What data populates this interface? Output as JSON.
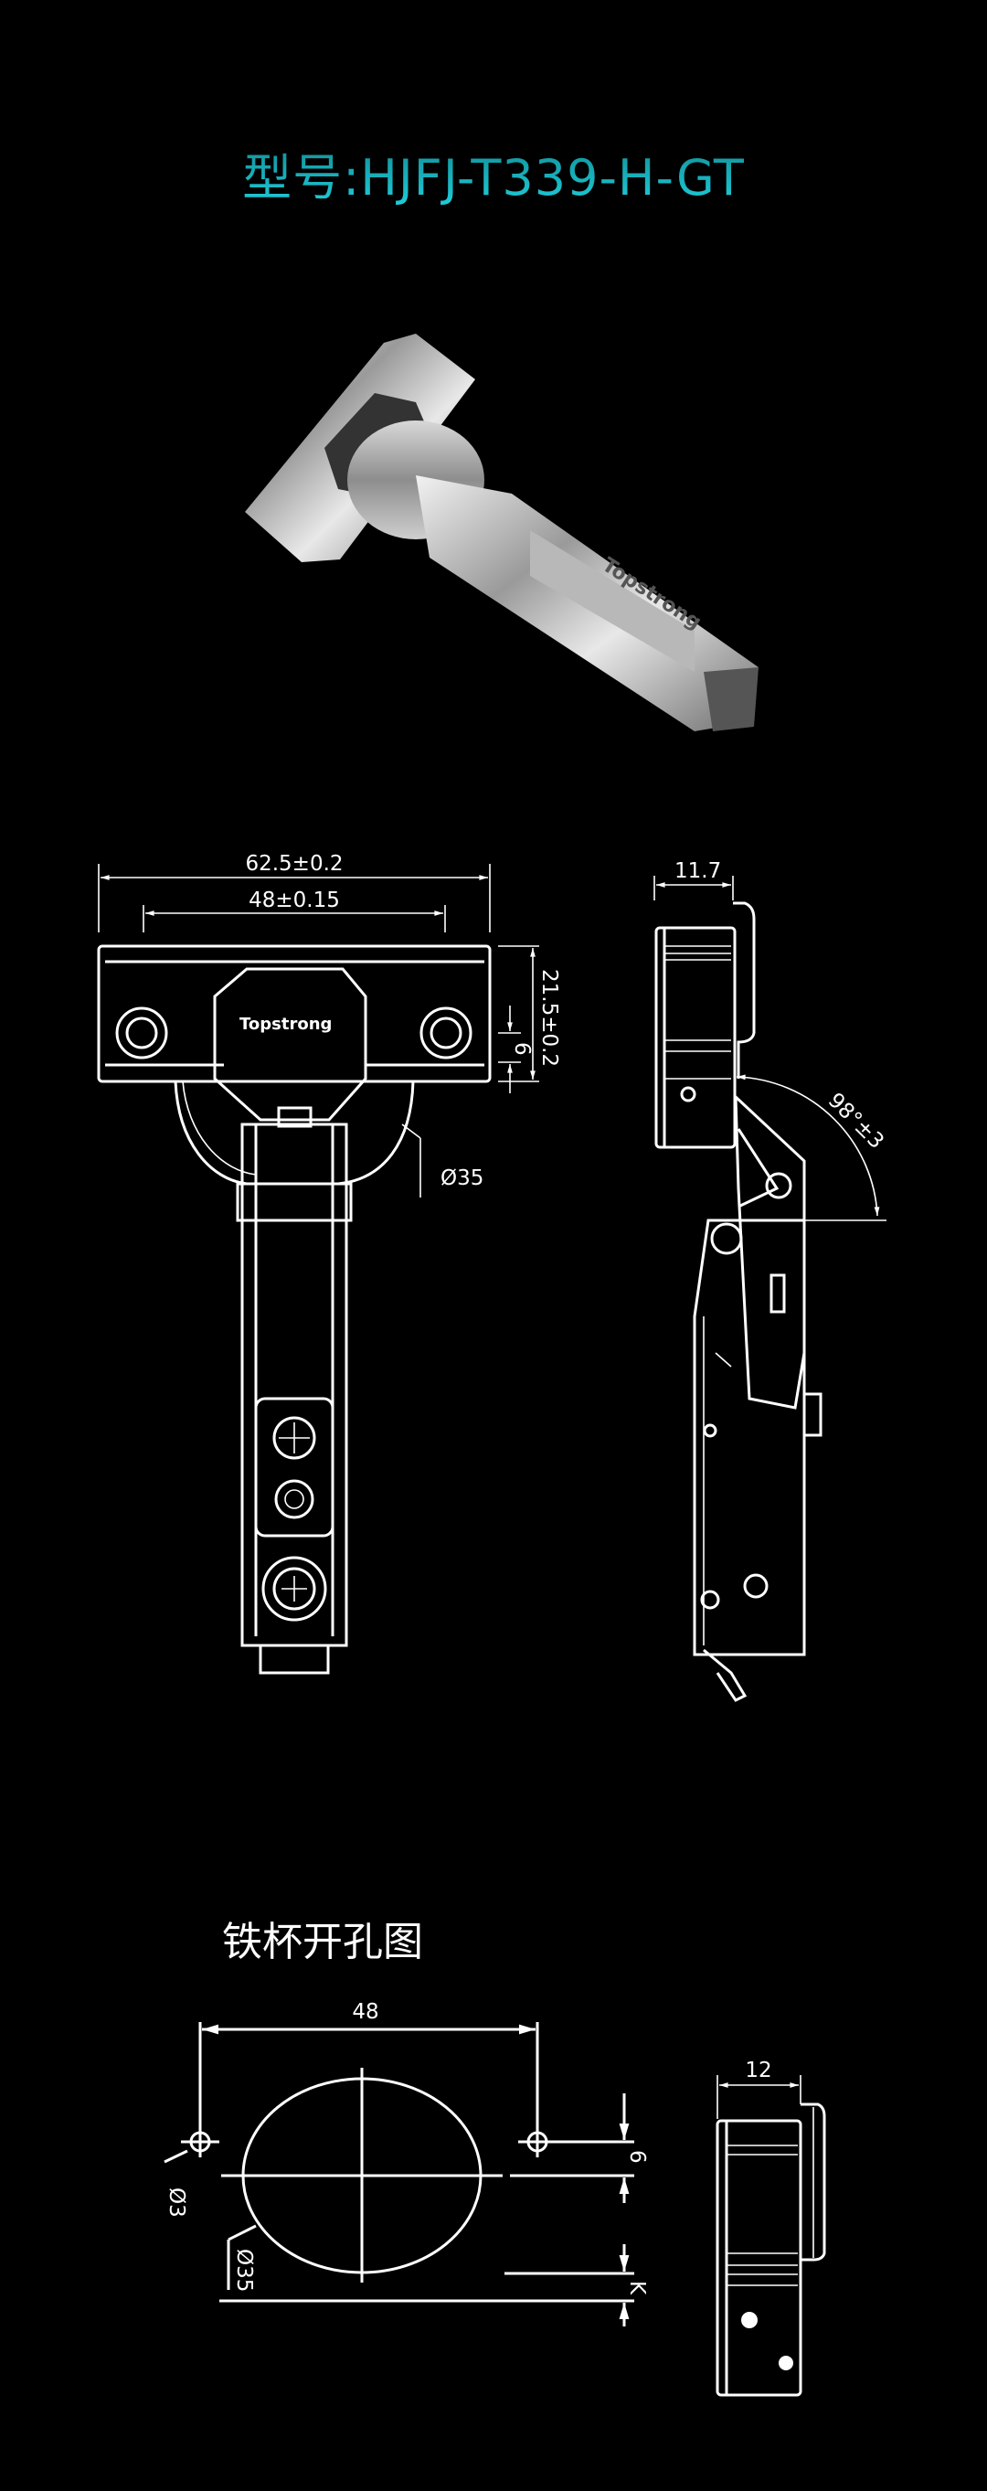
{
  "header": {
    "title": "型号:HJFJ-T339-H-GT"
  },
  "product_photo": {
    "brand_engraving": "Topstrong"
  },
  "front_view": {
    "dim_overall_width": "62.5±0.2",
    "dim_hole_spacing": "48±0.15",
    "dim_height": "21.5±0.2",
    "dim_hole_offset": "6",
    "dim_cup_diameter": "Ø35",
    "brand_engraving": "Topstrong"
  },
  "side_view": {
    "dim_depth": "11.7",
    "dim_opening_angle": "98°±3"
  },
  "drilling": {
    "section_title": "铁杯开孔图",
    "dim_hole_spacing": "48",
    "dim_small_hole": "Ø3",
    "dim_cup_hole": "Ø35",
    "dim_offset": "6",
    "dim_edge": "K",
    "dim_side_depth": "12"
  }
}
